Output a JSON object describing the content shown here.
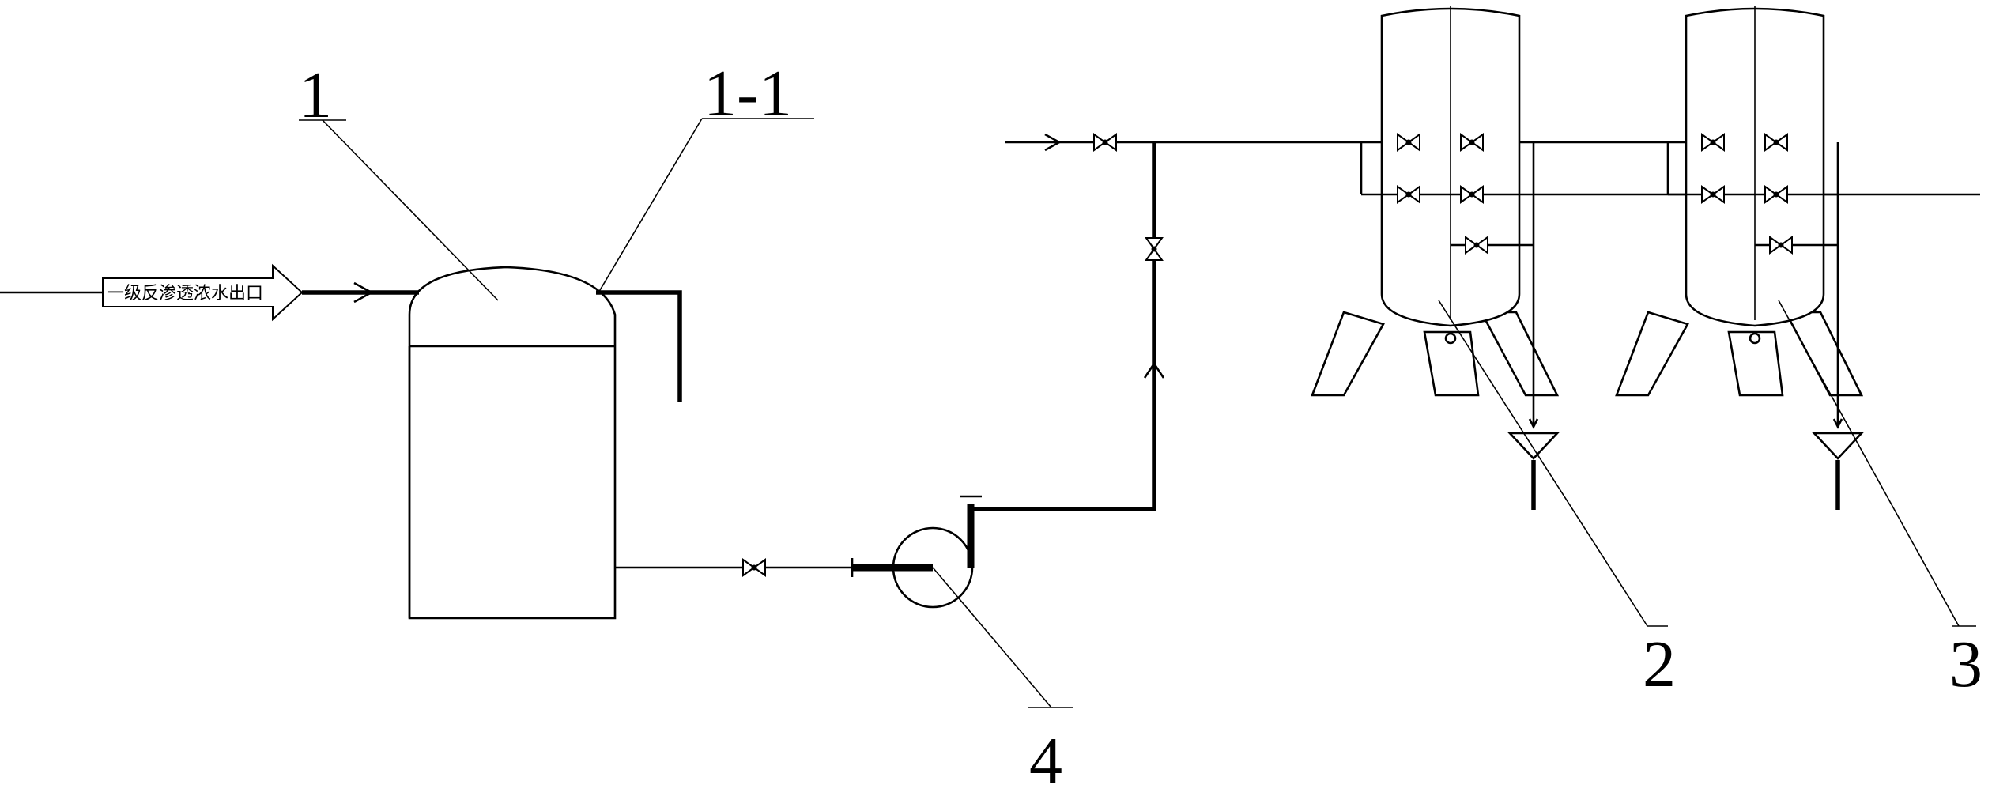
{
  "labels": {
    "tank": "1",
    "tank_cap": "1-1",
    "filter_a": "2",
    "filter_b": "3",
    "pump": "4"
  },
  "inlet_text": "一级反渗透浓水出口"
}
